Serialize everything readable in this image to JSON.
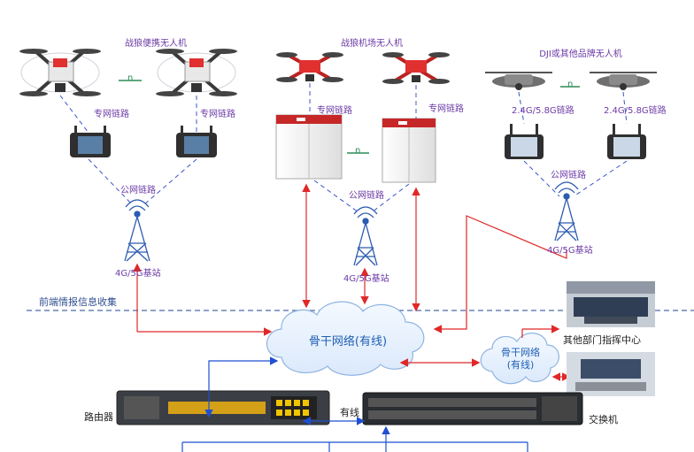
{
  "groups": {
    "portable": "战狼便携无人机",
    "airport": "战狼机场无人机",
    "dji": "DJI或其他品牌无人机"
  },
  "links": {
    "private": "专网链路",
    "public": "公网链路",
    "band": "2.4G/5.8G链路",
    "pair": "n"
  },
  "stations": {
    "base": "4G/5G基站"
  },
  "front_end": "前端情报信息收集",
  "backbone": "骨干网络(有线)",
  "backbone2_line1": "骨干网络",
  "backbone2_line2": "(有线)",
  "other_dept": "其他部门指挥中心",
  "router": "路由器",
  "switch": "交换机",
  "wired": "有线",
  "colors": {
    "drone_red": "#e03030",
    "purple": "#6b3aa5",
    "blue_link": "#3c54c8",
    "red_link": "#e02828",
    "cloud": "#e9f3fd"
  }
}
